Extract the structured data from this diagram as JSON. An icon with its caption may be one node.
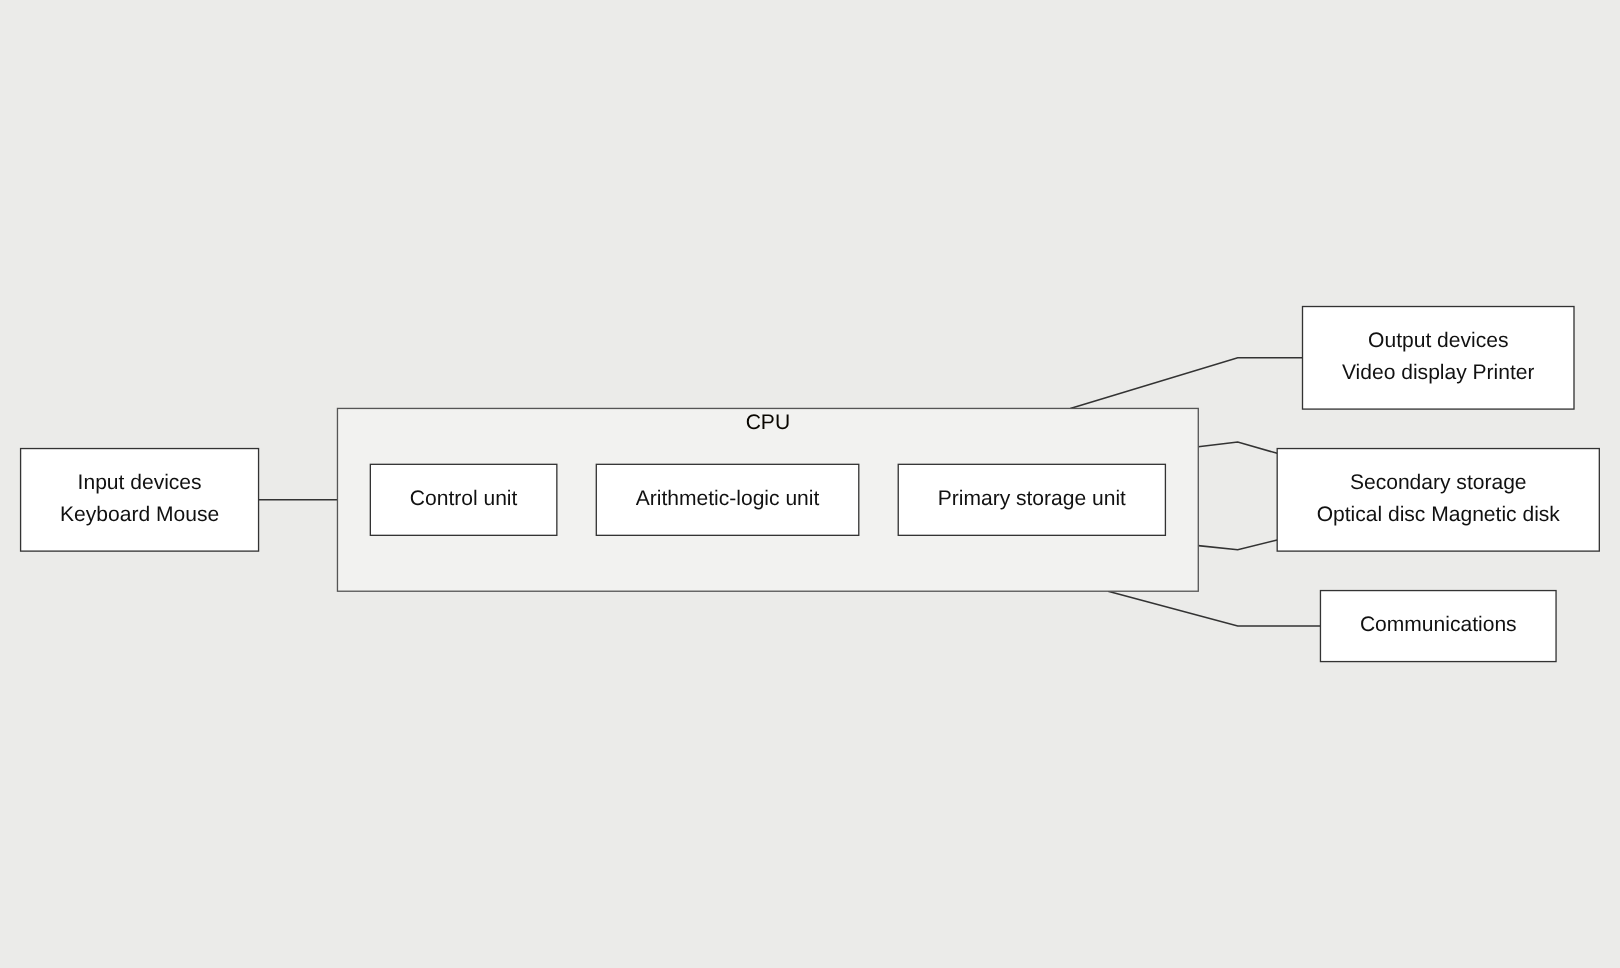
{
  "diagram": {
    "nodes": [
      {
        "text": [
          "CPU"
        ]
      },
      {
        "text": [
          "Control unit"
        ],
        "in": 0
      },
      {
        "text": [
          "Arithmetic-logic unit"
        ],
        "in": 0
      },
      {
        "text": [
          "Primary storage unit"
        ],
        "in": 0
      },
      {
        "text": [
          "Input devices",
          "Keyboard Mouse"
        ]
      },
      {
        "text": [
          "Output devices",
          "Video display Printer"
        ]
      },
      {
        "text": [
          "Secondary storage",
          "Optical disc Magnetic disk"
        ]
      },
      {
        "text": [
          "Communications"
        ]
      }
    ],
    "edges": [
      {
        "from": 4,
        "to": 0,
        "arrow": "none"
      },
      {
        "from": 0,
        "to": 5,
        "arrow": "none"
      },
      {
        "from": 0,
        "to": 6,
        "arrow": "none"
      },
      {
        "from": 0,
        "to": 6,
        "arrow": "none"
      },
      {
        "from": 0,
        "to": 7,
        "arrow": "none"
      }
    ]
  }
}
